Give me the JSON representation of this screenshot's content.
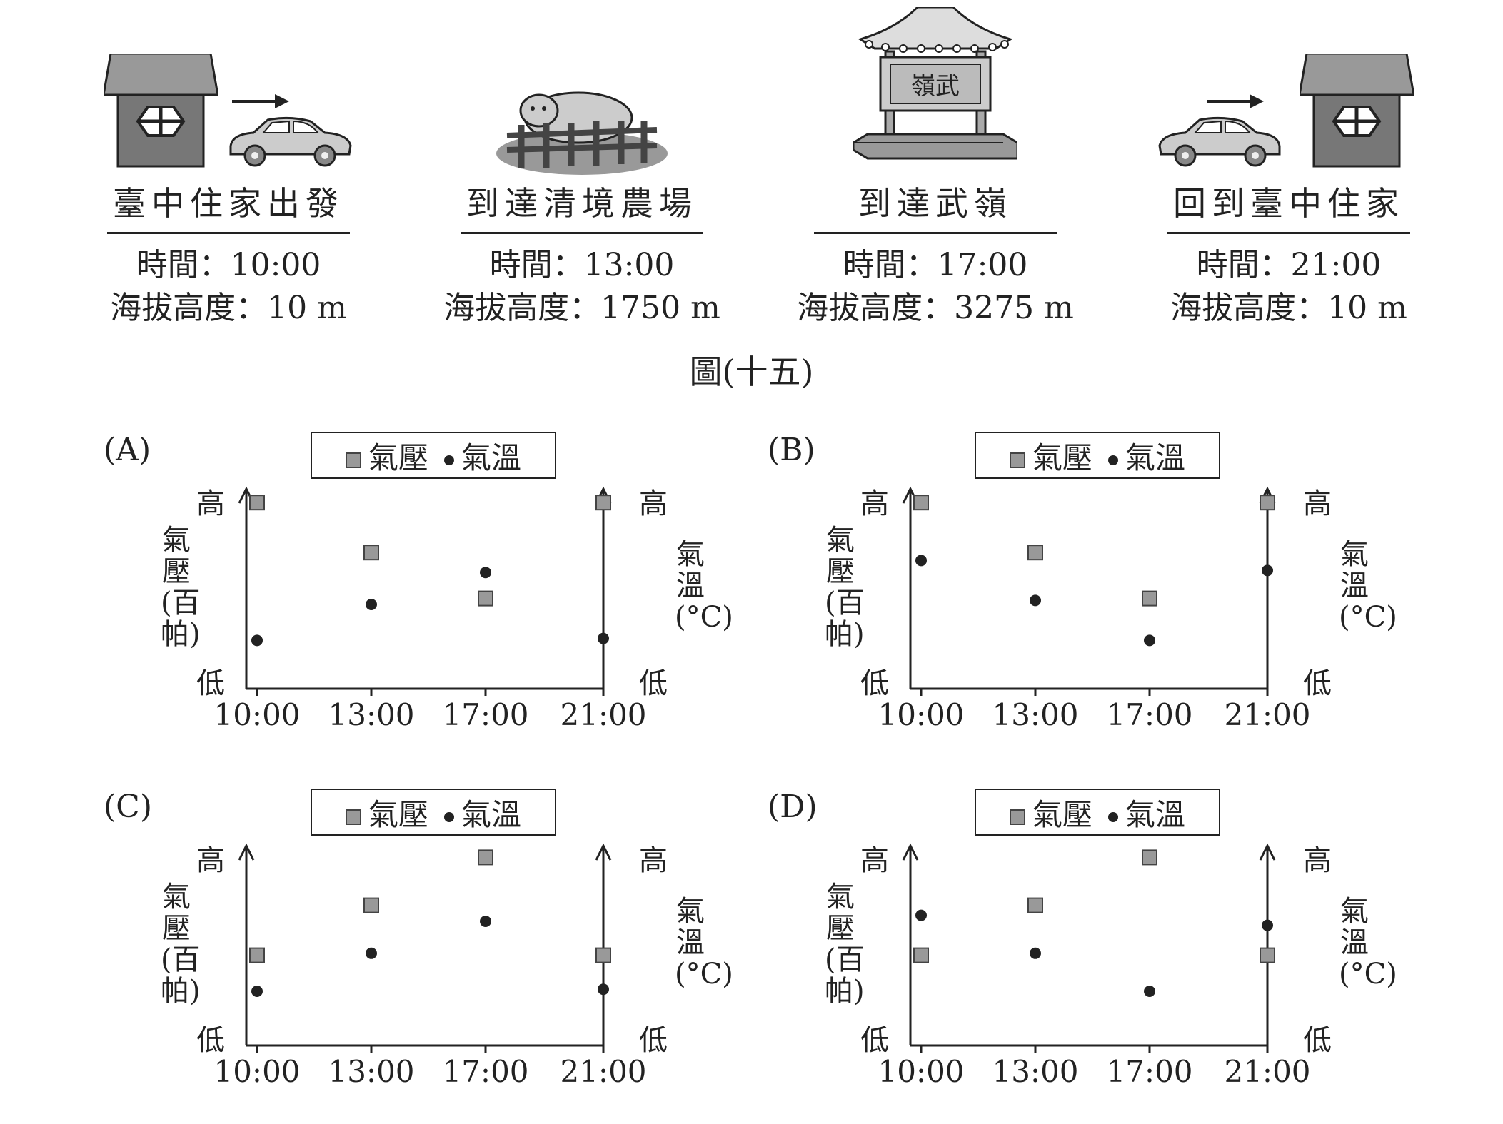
{
  "stops": [
    {
      "label": "臺中住家出發",
      "time": "時間：10:00",
      "altitude": "海拔高度：10 m"
    },
    {
      "label": "到達清境農場",
      "time": "時間：13:00",
      "altitude": "海拔高度：1750 m"
    },
    {
      "label": "到達武嶺",
      "time": "時間：17:00",
      "altitude": "海拔高度：3275 m"
    },
    {
      "label": "回到臺中住家",
      "time": "時間：21:00",
      "altitude": "海拔高度：10 m"
    }
  ],
  "sign_text": "嶺武",
  "figure_title": "圖(十五)",
  "legend": {
    "pressure": "氣壓",
    "temperature": "氣溫"
  },
  "axis": {
    "left_label": "氣壓(百帕)",
    "right_label": "氣溫(°C)",
    "high": "高",
    "low": "低"
  },
  "colors": {
    "pressure_marker": "#999999",
    "temperature_marker": "#222222"
  },
  "chart_data": [
    {
      "type": "scatter",
      "panel_label": "(A)",
      "categories": [
        "10:00",
        "13:00",
        "17:00",
        "21:00"
      ],
      "series": [
        {
          "name": "氣壓",
          "values": [
            0.86,
            0.61,
            0.38,
            0.86
          ]
        },
        {
          "name": "氣溫",
          "values": [
            0.17,
            0.35,
            0.51,
            0.18
          ]
        }
      ],
      "ylim": [
        0,
        1
      ]
    },
    {
      "type": "scatter",
      "panel_label": "(B)",
      "categories": [
        "10:00",
        "13:00",
        "17:00",
        "21:00"
      ],
      "series": [
        {
          "name": "氣壓",
          "values": [
            0.86,
            0.61,
            0.38,
            0.86
          ]
        },
        {
          "name": "氣溫",
          "values": [
            0.57,
            0.37,
            0.17,
            0.52
          ]
        }
      ],
      "ylim": [
        0,
        1
      ]
    },
    {
      "type": "scatter",
      "panel_label": "(C)",
      "categories": [
        "10:00",
        "13:00",
        "17:00",
        "21:00"
      ],
      "series": [
        {
          "name": "氣壓",
          "values": [
            0.38,
            0.63,
            0.87,
            0.38
          ]
        },
        {
          "name": "氣溫",
          "values": [
            0.2,
            0.39,
            0.55,
            0.21
          ]
        }
      ],
      "ylim": [
        0,
        1
      ]
    },
    {
      "type": "scatter",
      "panel_label": "(D)",
      "categories": [
        "10:00",
        "13:00",
        "17:00",
        "21:00"
      ],
      "series": [
        {
          "name": "氣壓",
          "values": [
            0.38,
            0.63,
            0.87,
            0.38
          ]
        },
        {
          "name": "氣溫",
          "values": [
            0.58,
            0.39,
            0.2,
            0.53
          ]
        }
      ],
      "ylim": [
        0,
        1
      ]
    }
  ]
}
